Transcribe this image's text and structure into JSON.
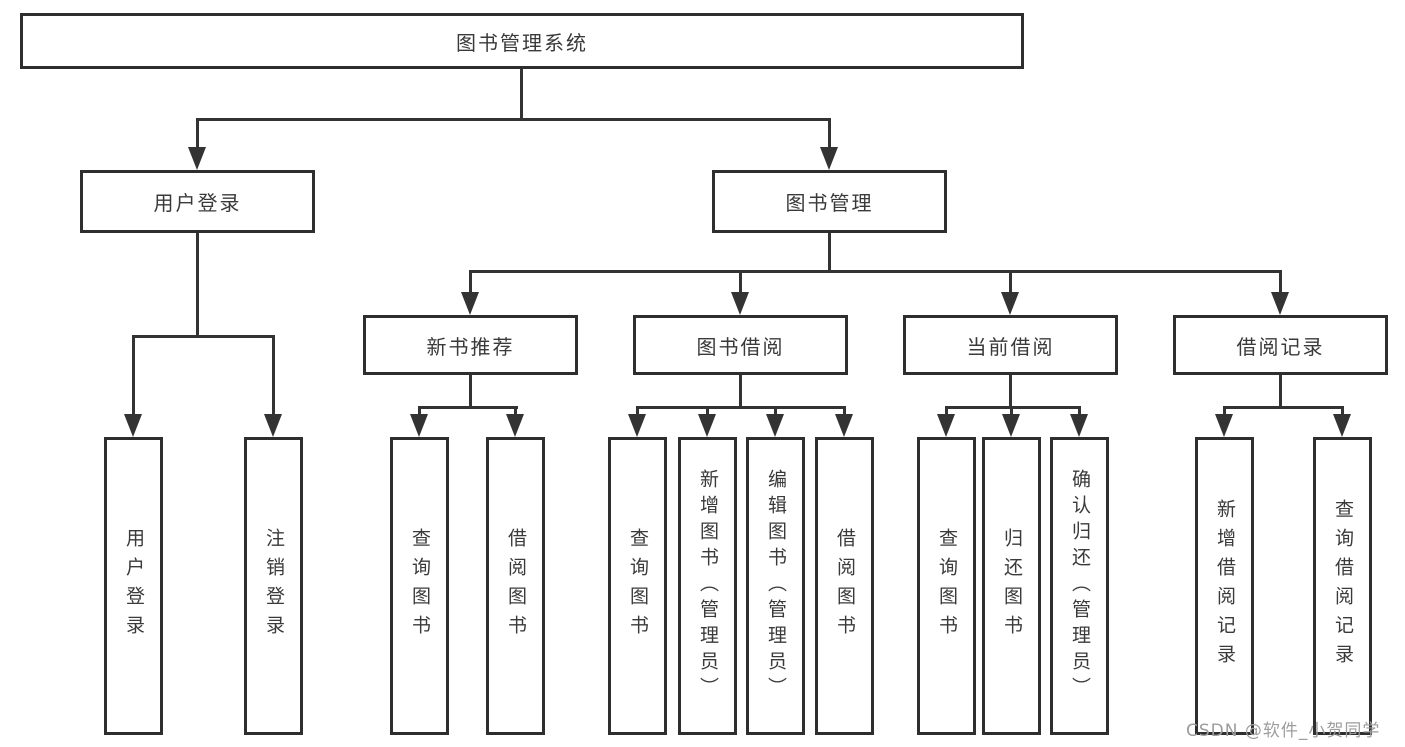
{
  "diagram": {
    "root": {
      "label": "图书管理系统"
    },
    "level2": [
      {
        "id": "user-login",
        "label": "用户登录"
      },
      {
        "id": "book-management",
        "label": "图书管理"
      }
    ],
    "level3": [
      {
        "id": "new-book-recommend",
        "label": "新书推荐"
      },
      {
        "id": "book-borrow",
        "label": "图书借阅"
      },
      {
        "id": "current-borrow",
        "label": "当前借阅"
      },
      {
        "id": "borrow-records",
        "label": "借阅记录"
      }
    ],
    "leaves": {
      "user_login": [
        "用户登录",
        "注销登录"
      ],
      "new_book_recommend": [
        "查询图书",
        "借阅图书"
      ],
      "book_borrow": [
        "查询图书",
        "新增图书（管理员）",
        "编辑图书（管理员）",
        "借阅图书"
      ],
      "current_borrow": [
        "查询图书",
        "归还图书",
        "确认归还（管理员）"
      ],
      "borrow_records": [
        "新增借阅记录",
        "查询借阅记录"
      ]
    },
    "colors": {
      "line": "#333333",
      "border": "#2e2e2e",
      "text": "#3a3a3a",
      "background": "#ffffff",
      "watermark": "#9d9d9d"
    }
  },
  "watermark": {
    "text": "CSDN @软件_小贺同学"
  }
}
